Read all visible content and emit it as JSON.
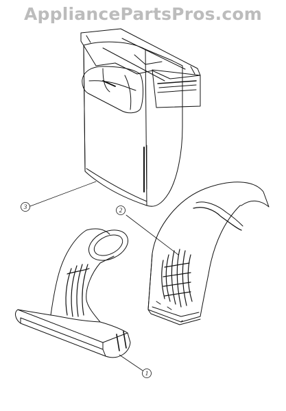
{
  "watermark": {
    "text": "AppliancePartsPros.com"
  },
  "callouts": [
    {
      "id": "callout-1",
      "label": "1"
    },
    {
      "id": "callout-2",
      "label": "2"
    },
    {
      "id": "callout-3",
      "label": "3"
    }
  ],
  "colors": {
    "ink": "#111111",
    "watermark": "#bcbcbc",
    "background": "#ffffff"
  }
}
